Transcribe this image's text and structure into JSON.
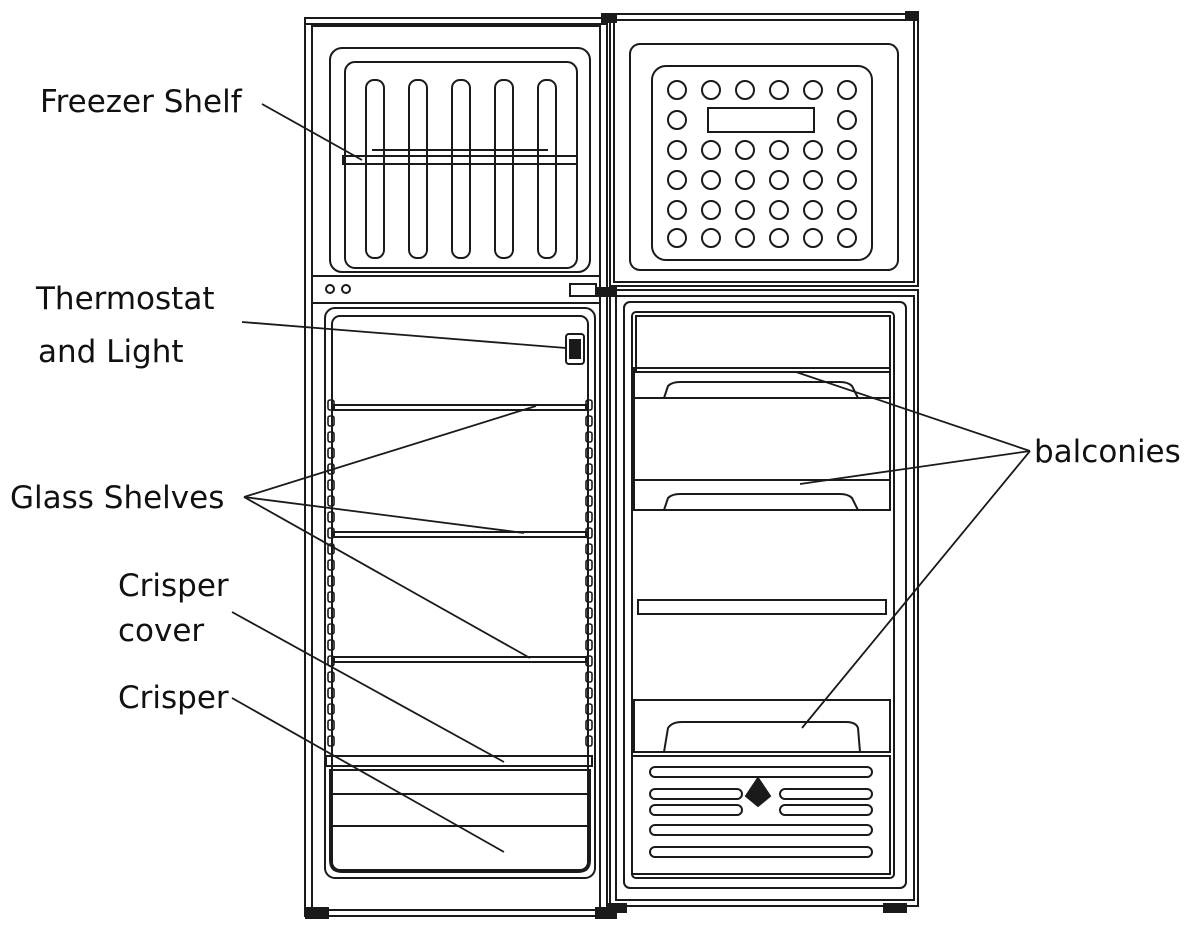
{
  "labels": {
    "freezer_shelf": "Freezer Shelf",
    "thermostat_line1": "Thermostat",
    "thermostat_line2": "and Light",
    "glass_shelves": "Glass Shelves",
    "crisper_cover_line1": "Crisper",
    "crisper_cover_line2": "cover",
    "crisper": "Crisper",
    "balconies": "balconies"
  },
  "colors": {
    "line": "#1a1a1a",
    "background": "#ffffff"
  }
}
